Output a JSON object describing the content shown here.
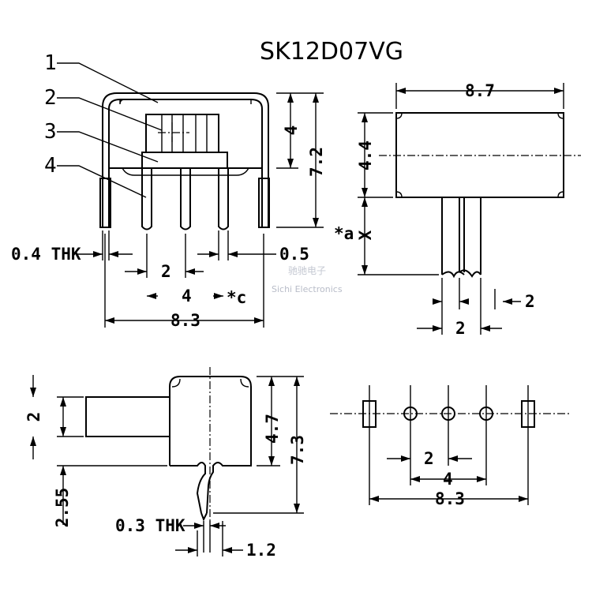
{
  "title": "SK12D07VG",
  "callouts": [
    "1",
    "2",
    "3",
    "4"
  ],
  "front_view": {
    "height_overall": "7.2",
    "height_body": "4",
    "thk_pin": "0.4 THK",
    "pin_width": "0.5",
    "pitch": "2",
    "pitch_4": "4",
    "note_c": "*c",
    "width": "8.3"
  },
  "side_view": {
    "width": "8.7",
    "height": "4.4",
    "x_label": "X",
    "note_a": "*a",
    "pin_pitch_2a": "2",
    "pin_pitch_2b": "2"
  },
  "end_view": {
    "actuator_width": "2",
    "height_47": "4.7",
    "height_73": "7.3",
    "dim_255": "2.55",
    "thk_03": "0.3 THK",
    "dim_12": "1.2"
  },
  "footprint": {
    "pitch_2": "2",
    "pitch_4": "4",
    "width": "8.3"
  },
  "watermark": {
    "cn": "驰驰电子",
    "en": "Sichi Electronics"
  }
}
